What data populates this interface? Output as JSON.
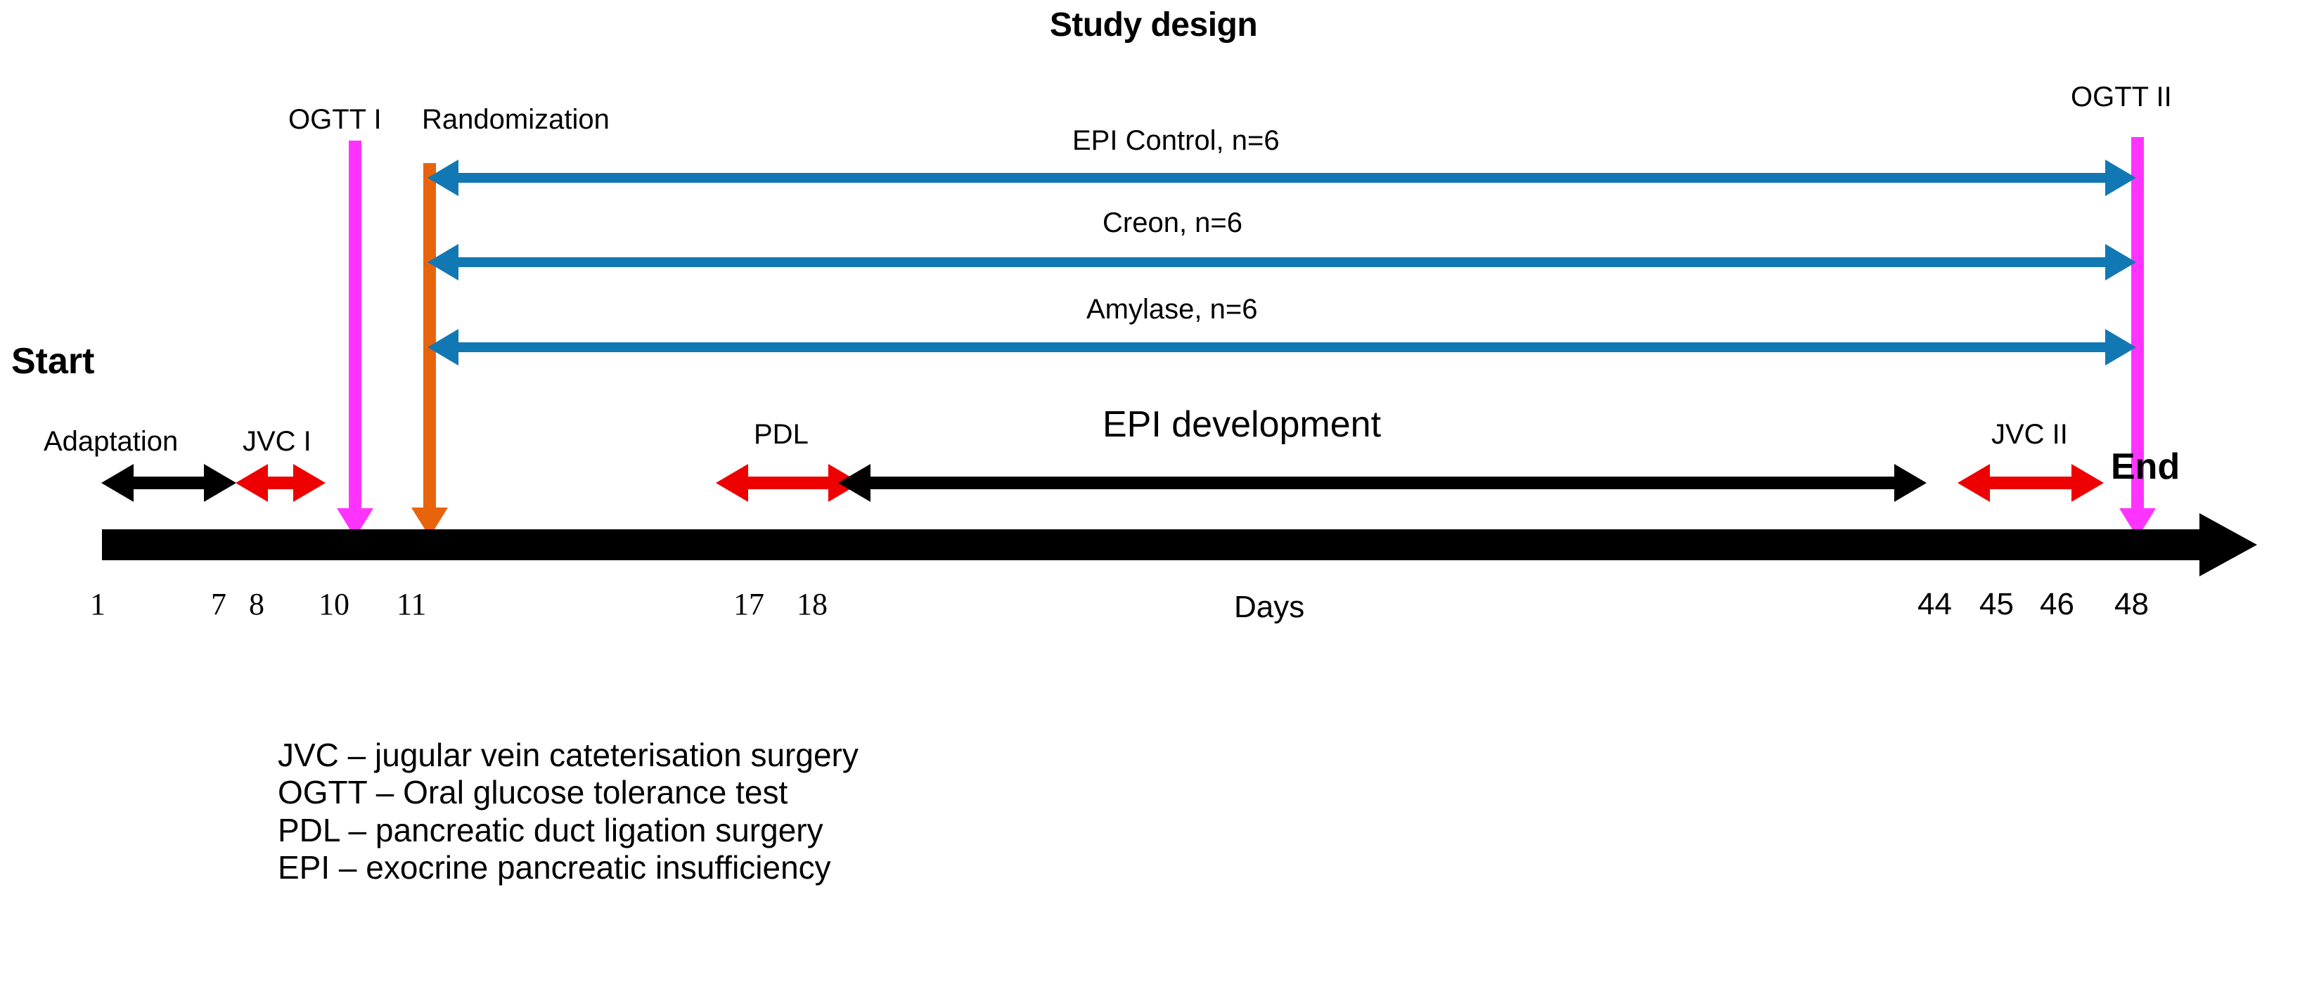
{
  "figure": {
    "title": "Study design",
    "type": "study-design-timeline"
  },
  "timeline": {
    "start_label": "Start",
    "end_label": "End",
    "axis_label": "Days",
    "day_ticks": [
      "1",
      "7",
      "8",
      "10",
      "11",
      "17",
      "18",
      "44",
      "45",
      "46",
      "48"
    ]
  },
  "events": [
    {
      "name": "OGTT I",
      "day": 10,
      "color": "#ff33ff"
    },
    {
      "name": "Randomization",
      "day": 11,
      "color": "#e8640c"
    },
    {
      "name": "OGTT II",
      "day": 48,
      "color": "#ff33ff"
    }
  ],
  "phases": [
    {
      "name": "Adaptation",
      "from": 1,
      "to": 7,
      "color": "#000000"
    },
    {
      "name": "JVC I",
      "from": 7,
      "to": 8,
      "color": "#ee0000"
    },
    {
      "name": "PDL",
      "from": 17,
      "to": 18,
      "color": "#ee0000"
    },
    {
      "name": "EPI development",
      "from": 18,
      "to": 44,
      "color": "#000000"
    },
    {
      "name": "JVC II",
      "from": 45,
      "to": 46,
      "color": "#ee0000"
    }
  ],
  "treatment_arms": [
    {
      "label": "EPI Control, n=6",
      "from": 11,
      "to": 48,
      "color": "#1278b4"
    },
    {
      "label": "Creon, n=6",
      "from": 11,
      "to": 48,
      "color": "#1278b4"
    },
    {
      "label": "Amylase, n=6",
      "from": 11,
      "to": 48,
      "color": "#1278b4"
    }
  ],
  "abbreviations": [
    "JVC – jugular vein cateterisation surgery",
    "OGTT – Oral glucose tolerance test",
    "PDL – pancreatic duct ligation surgery",
    "EPI – exocrine pancreatic insufficiency"
  ],
  "chart_data": {
    "type": "timeline",
    "title": "Study design",
    "xlabel": "Days",
    "xlim": [
      1,
      48
    ],
    "grid": false,
    "legend": "none",
    "tick_values": [
      1,
      7,
      8,
      10,
      11,
      17,
      18,
      44,
      45,
      46,
      48
    ],
    "tick_labels": [
      "1",
      "7",
      "8",
      "10",
      "11",
      "17",
      "18",
      "44",
      "45",
      "46",
      "48"
    ],
    "markers": [
      {
        "label": "OGTT I",
        "day": 10,
        "color": "#ff33ff",
        "direction": "down"
      },
      {
        "label": "Randomization",
        "day": 11,
        "color": "#e8640c",
        "direction": "down"
      },
      {
        "label": "OGTT II",
        "day": 48,
        "color": "#ff33ff",
        "direction": "down"
      }
    ],
    "spans": [
      {
        "label": "Adaptation",
        "start": 1,
        "end": 7,
        "color": "#000000",
        "arrow": "both"
      },
      {
        "label": "JVC I",
        "start": 7,
        "end": 8,
        "color": "#ee0000",
        "arrow": "both"
      },
      {
        "label": "PDL",
        "start": 17,
        "end": 18,
        "color": "#ee0000",
        "arrow": "both"
      },
      {
        "label": "EPI development",
        "start": 18,
        "end": 44,
        "color": "#000000",
        "arrow": "both"
      },
      {
        "label": "JVC II",
        "start": 45,
        "end": 46,
        "color": "#ee0000",
        "arrow": "both"
      },
      {
        "label": "EPI Control, n=6",
        "start": 11,
        "end": 48,
        "color": "#1278b4",
        "arrow": "both"
      },
      {
        "label": "Creon, n=6",
        "start": 11,
        "end": 48,
        "color": "#1278b4",
        "arrow": "both"
      },
      {
        "label": "Amylase, n=6",
        "start": 11,
        "end": 48,
        "color": "#1278b4",
        "arrow": "both"
      }
    ]
  }
}
